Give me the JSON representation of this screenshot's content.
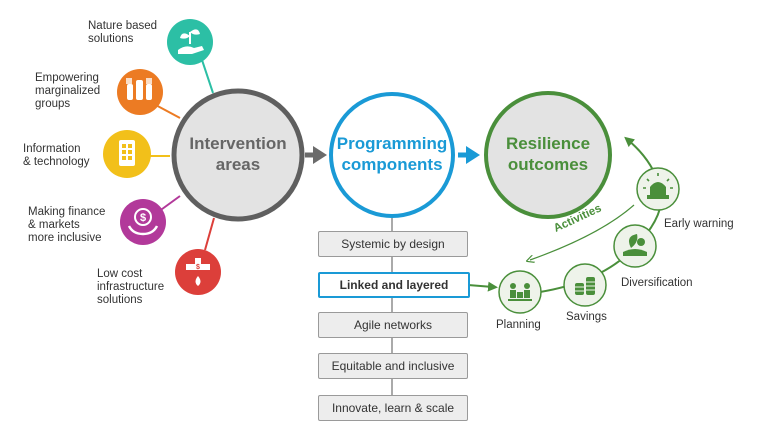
{
  "intervention": {
    "title": "Intervention\nareas",
    "items": [
      {
        "label": "Nature based\nsolutions",
        "color": "#2cbfa5",
        "icon": "hand-plant-icon"
      },
      {
        "label": "Empowering\nmarginalized\ngroups",
        "color": "#ec7b23",
        "icon": "raised-hands-icon"
      },
      {
        "label": "Information\n& technology",
        "color": "#f2c01a",
        "icon": "mobile-phone-icon"
      },
      {
        "label": "Making finance\n& markets\nmore inclusive",
        "color": "#b2399a",
        "icon": "hand-dollar-icon"
      },
      {
        "label": "Low cost\ninfrastructure\nsolutions",
        "color": "#dc3f3a",
        "icon": "water-tap-icon"
      }
    ]
  },
  "programming": {
    "title": "Programming\ncomponents",
    "color": "#1a9ad6",
    "boxes": [
      {
        "label": "Systemic by design",
        "highlighted": false
      },
      {
        "label": "Linked and layered",
        "highlighted": true
      },
      {
        "label": "Agile networks",
        "highlighted": false
      },
      {
        "label": "Equitable and inclusive",
        "highlighted": false
      },
      {
        "label": "Innovate, learn & scale",
        "highlighted": false
      }
    ]
  },
  "resilience": {
    "title": "Resilience\noutcomes",
    "color": "#4a8f3b",
    "activities_label": "Activities",
    "steps": [
      {
        "label": "Planning",
        "icon": "meeting-people-icon"
      },
      {
        "label": "Savings",
        "icon": "coin-stacks-icon"
      },
      {
        "label": "Diversification",
        "icon": "crops-icon"
      },
      {
        "label": "Early warning",
        "icon": "alarm-light-icon"
      }
    ]
  },
  "colors": {
    "grey_ring": "#5f5f5f",
    "circle_fill": "#e3e3e3",
    "arrow_grey": "#6b6b6b"
  }
}
